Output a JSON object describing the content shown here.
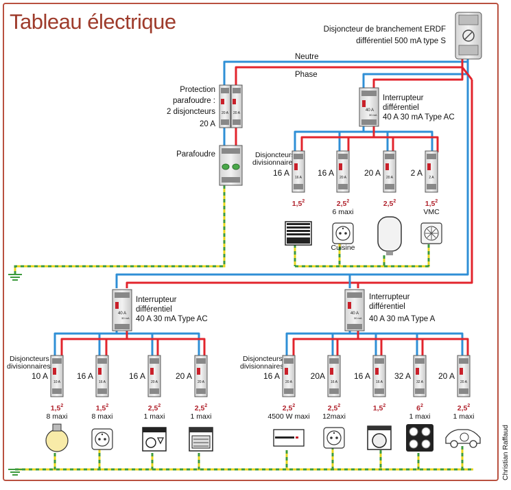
{
  "title": "Tableau électrique",
  "credit": "Christian Raffaud",
  "main_breaker": {
    "line1": "Disjoncteur de branchement ERDF",
    "line2": "différentiel 500 mA type S"
  },
  "wires": {
    "neutral": "Neutre",
    "phase": "Phase"
  },
  "surge_protection": {
    "line1": "Protection",
    "line2": "parafoudre :",
    "line3": "2 disjoncteurs",
    "line4": "20 A",
    "arrester_label": "Parafoudre",
    "mini_left": "20 A",
    "mini_right": "20 A"
  },
  "rcd_top": {
    "line1": "Interrupteur",
    "line2": "différentiel",
    "line3": "40 A 30 mA Type AC",
    "face": "40 A",
    "face_small": "30 mA"
  },
  "rcd_bottom_left": {
    "line1": "Interrupteur",
    "line2": "différentiel",
    "line3": "40 A 30 mA Type AC",
    "face": "40 A",
    "face_small": "30 mA"
  },
  "rcd_bottom_right": {
    "line1": "Interrupteur",
    "line2": "différentiel",
    "line3": "40 A 30 mA Type A",
    "face": "40 A",
    "face_small": "30 mA"
  },
  "group_label": {
    "line1": "Disjoncteurs",
    "line2": "divisionnaires"
  },
  "circuits_top": [
    {
      "amp": "16 A",
      "face": "16 A",
      "section": "1,5",
      "note": "",
      "device": "panel-heater-icon"
    },
    {
      "amp": "16 A",
      "face": "20 A",
      "section": "2,5",
      "note": "6 maxi",
      "note2": "Cuisine",
      "device": "outlet-icon"
    },
    {
      "amp": "20 A",
      "face": "20 A",
      "section": "2,5",
      "note": "",
      "device": "water-heater-icon"
    },
    {
      "amp": "2 A",
      "face": "2 A",
      "section": "1,5",
      "note": "VMC",
      "device": "ventilation-icon"
    }
  ],
  "circuits_bottom_left": [
    {
      "amp": "10 A",
      "face": "10 A",
      "section": "1,5",
      "note": "8 maxi",
      "device": "light-bulb-icon"
    },
    {
      "amp": "16 A",
      "face": "16 A",
      "section": "1,5",
      "note": "8 maxi",
      "device": "outlet-icon"
    },
    {
      "amp": "16 A",
      "face": "20 A",
      "section": "2,5",
      "note": "1 maxi",
      "device": "dishwasher-icon"
    },
    {
      "amp": "20 A",
      "face": "20 A",
      "section": "2,5",
      "note": "1 maxi",
      "device": "oven-icon"
    }
  ],
  "circuits_bottom_right": [
    {
      "amp": "16 A",
      "face": "20 A",
      "section": "2,5",
      "note": "4500 W maxi",
      "device": "convector-icon"
    },
    {
      "amp": "20A",
      "face": "16 A",
      "section": "2,5",
      "note": "12maxi",
      "device": "outlet-icon"
    },
    {
      "amp": "16 A",
      "face": "16 A",
      "section": "1,5",
      "note": "",
      "device": "washing-machine-icon"
    },
    {
      "amp": "32 A",
      "face": "32 A",
      "section": "6",
      "note": "1 maxi",
      "device": "cooktop-icon"
    },
    {
      "amp": "20 A",
      "face": "20 A",
      "section": "2,5",
      "note": "1 maxi",
      "device": "electric-car-icon"
    }
  ],
  "unit_sq": "2",
  "colors": {
    "neutral": "#2f8fd6",
    "phase": "#e2242c",
    "earth_yellow": "#e9d51c",
    "earth_green": "#3c9a3c",
    "frame": "#b9503f",
    "title": "#9e3b2b"
  }
}
